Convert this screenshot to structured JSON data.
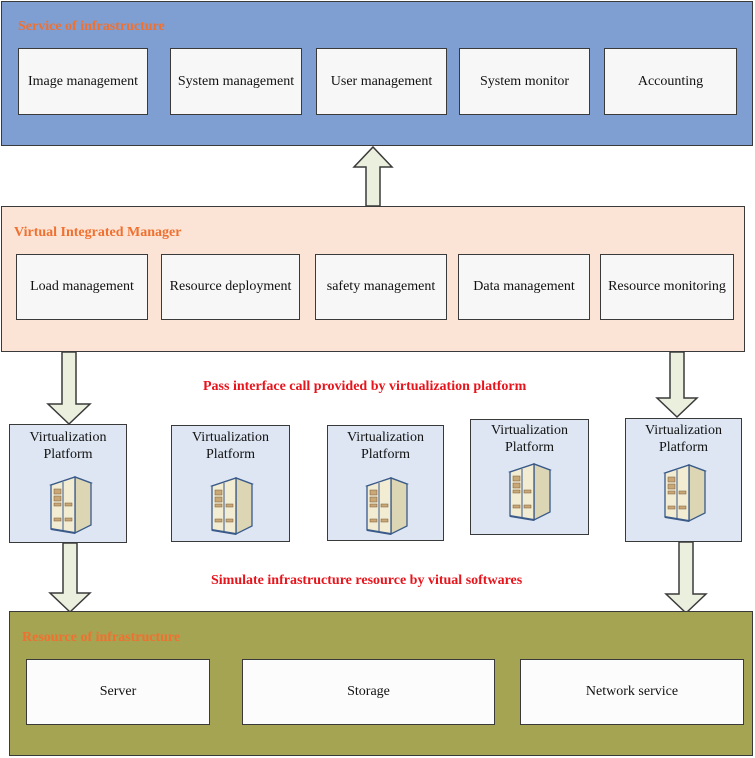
{
  "service_panel": {
    "title": "Service of infrastructure",
    "color": "#7f9fd3",
    "items": [
      "Image management",
      "System management",
      "User management",
      "System monitor",
      "Accounting"
    ]
  },
  "manager_panel": {
    "title": "Virtual Integrated Manager",
    "color": "#fbe4d5",
    "items": [
      "Load management",
      "Resource deployment",
      "safety management",
      "Data management",
      "Resource monitoring"
    ]
  },
  "caption_top": "Pass interface call provided by virtualization platform",
  "platforms": [
    {
      "line1": "Virtualization",
      "line2": "Platform",
      "icon": "server-icon"
    },
    {
      "line1": "Virtualization",
      "line2": "Platform",
      "icon": "server-icon"
    },
    {
      "line1": "Virtualization",
      "line2": "Platform",
      "icon": "server-icon"
    },
    {
      "line1": "Virtualization",
      "line2": "Platform",
      "icon": "server-icon"
    },
    {
      "line1": "Virtualization",
      "line2": "Platform",
      "icon": "server-icon"
    }
  ],
  "caption_bottom": "Simulate infrastructure resource by vitual softwares",
  "resource_panel": {
    "title": "Resource of infrastructure",
    "color": "#a5a453",
    "items": [
      "Server",
      "Storage",
      "Network service"
    ]
  },
  "colors": {
    "platform_bg": "#dde6f2",
    "arrow_fill": "#ebf0de",
    "title_orange": "#f07030",
    "caption_red": "#e8141c"
  }
}
